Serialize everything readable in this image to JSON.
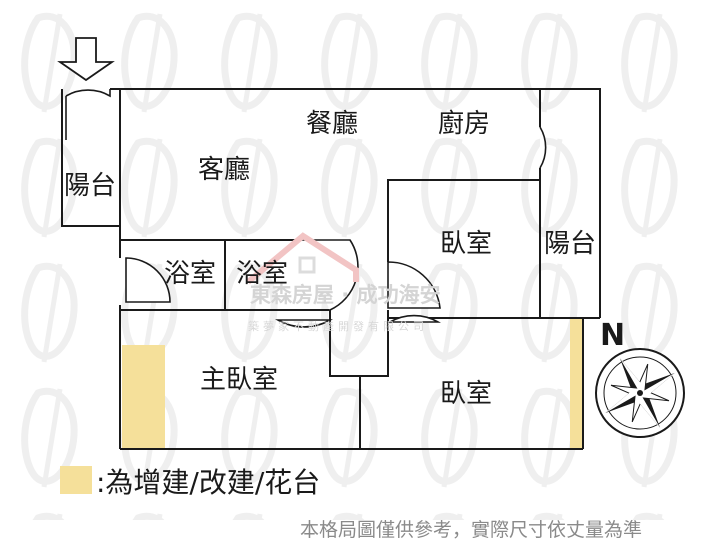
{
  "rooms": {
    "dining": "餐廳",
    "kitchen": "廚房",
    "living": "客廳",
    "balcony_west": "陽台",
    "bedroom_north": "臥室",
    "balcony_east": "陽台",
    "bath_1": "浴室",
    "bath_2": "浴室",
    "master_bedroom": "主臥室",
    "bedroom_south": "臥室"
  },
  "legend": {
    "text": ":為增建/改建/花台",
    "swatch_color": "#f5e09a"
  },
  "compass": {
    "label": "N"
  },
  "watermark": {
    "brand": "東森房屋 · 成功海安",
    "sub": "築夢家不動產開發有限公司"
  },
  "disclaimer": "本格局圖僅供參考，實際尺寸依丈量為準",
  "colors": {
    "wall": "#1a1a1a",
    "addition": "#f5e09a",
    "watermark": "#e6e6e6"
  }
}
